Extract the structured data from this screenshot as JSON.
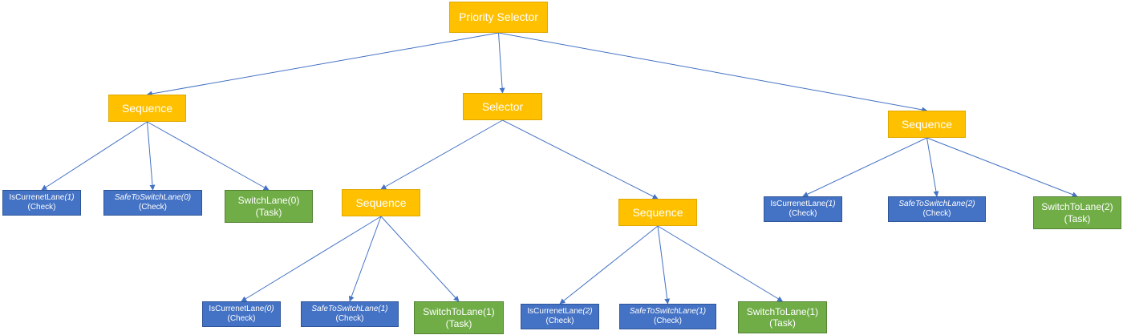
{
  "nodes": {
    "root": {
      "label": "Priority Selector"
    },
    "seq_left": {
      "label": "Sequence"
    },
    "selector_mid": {
      "label": "Selector"
    },
    "seq_right": {
      "label": "Sequence"
    },
    "seq_mid_left": {
      "label": "Sequence"
    },
    "seq_mid_right": {
      "label": "Sequence"
    },
    "l_check1": {
      "name": "IsCurrenetLane",
      "arg": "(1)",
      "type": "(Check)"
    },
    "l_check2": {
      "name": "SafeToSwitchLane(0)",
      "arg": "",
      "type": "(Check)"
    },
    "l_task": {
      "name": "SwitchLane(0)",
      "arg": "",
      "type": "(Task)"
    },
    "ml_check1": {
      "name": "IsCurrenetLane",
      "arg": "(0)",
      "type": "(Check)"
    },
    "ml_check2": {
      "name": "SafeToSwitchLane(1)",
      "arg": "",
      "type": "(Check)"
    },
    "ml_task": {
      "name": "SwitchToLane(1)",
      "arg": "",
      "type": "(Task)"
    },
    "mr_check1": {
      "name": "IsCurrenetLane",
      "arg": "(2)",
      "type": "(Check)"
    },
    "mr_check2": {
      "name": "SafeToSwitchLane(1)",
      "arg": "",
      "type": "(Check)"
    },
    "mr_task": {
      "name": "SwitchToLane(1)",
      "arg": "",
      "type": "(Task)"
    },
    "r_check1": {
      "name": "IsCurrenetLane",
      "arg": "(1)",
      "type": "(Check)"
    },
    "r_check2": {
      "name": "SafeToSwitchLane(2)",
      "arg": "",
      "type": "(Check)"
    },
    "r_task": {
      "name": "SwitchToLane(2)",
      "arg": "",
      "type": "(Task)"
    }
  },
  "colors": {
    "control": "#ffc000",
    "check": "#4472c4",
    "task": "#70ad47",
    "edge": "#4472c4"
  }
}
